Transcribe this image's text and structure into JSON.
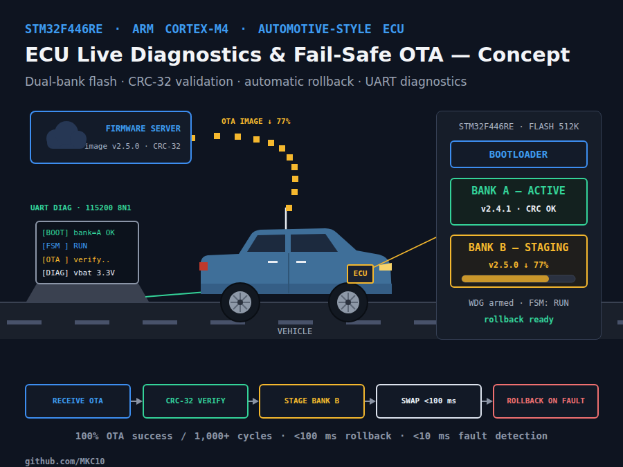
{
  "diagram": {
    "title": "ECU Live Diagnostics & Fail-Safe OTA — Concept",
    "nodes": [
      {
        "text": [
          "FIRMWARE SERVER",
          "image v2.5.0 · CRC-32"
        ]
      },
      {
        "text": [
          "UART DIAG · 115200 8N1",
          "[BOOT] bank=A OK",
          "[FSM ] RUN",
          "[OTA ] verify..",
          "[DIAG] vbat 3.3V"
        ]
      },
      {
        "text": [
          "ECU"
        ]
      },
      {
        "text": [
          "STM32F446RE · FLASH 512K",
          "WDG armed · FSM: RUN",
          "rollback ready"
        ]
      },
      {
        "text": [
          "BOOTLOADER"
        ],
        "in": 3
      },
      {
        "text": [
          "BANK A — ACTIVE",
          "v2.4.1 · CRC OK"
        ],
        "in": 3
      },
      {
        "text": [
          "BANK B — STAGING",
          "v2.5.0 ↓ 77%"
        ],
        "in": 3
      },
      {
        "text": [
          "RECEIVE OTA"
        ]
      },
      {
        "text": [
          "CRC-32 VERIFY"
        ]
      },
      {
        "text": [
          "STAGE BANK B"
        ]
      },
      {
        "text": [
          "SWAP <100 ms"
        ]
      },
      {
        "text": [
          "ROLLBACK ON FAULT"
        ]
      }
    ],
    "edges": [
      {
        "from": 2,
        "to": 3,
        "arrow": "none"
      },
      {
        "from": 7,
        "to": 8,
        "arrow": "to"
      },
      {
        "from": 8,
        "to": 9,
        "arrow": "to"
      },
      {
        "from": 9,
        "to": 10,
        "arrow": "to"
      },
      {
        "from": 10,
        "to": 11,
        "arrow": "to"
      }
    ],
    "labels": [
      "STM32F446RE · ARM CORTEX-M4 · AUTOMOTIVE-STYLE ECU",
      "Dual-bank flash · CRC-32 validation · automatic rollback · UART diagnostics",
      "OTA IMAGE ↓ 77%",
      "VEHICLE",
      "100% OTA success / 1,000+ cycles · <100 ms rollback · <10 ms fault detection",
      "github.com/MKC10"
    ]
  }
}
